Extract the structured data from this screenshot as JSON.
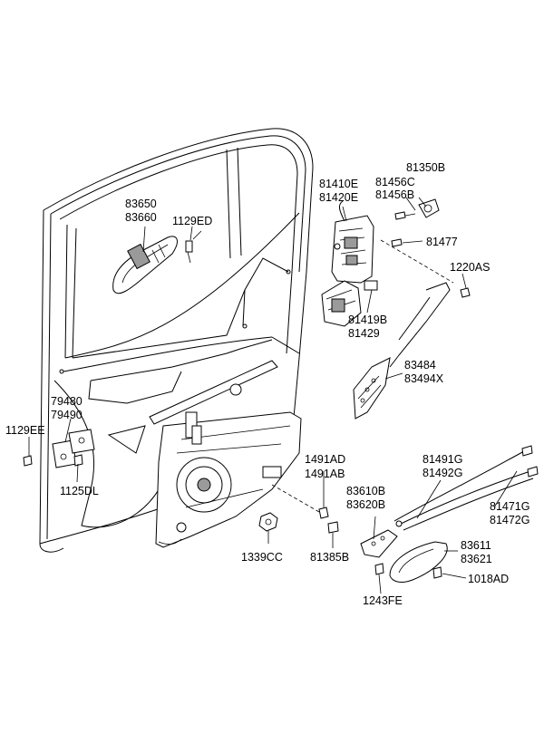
{
  "labels": {
    "p83650": "83650",
    "p83660": "83660",
    "p1129ED": "1129ED",
    "p81410E": "81410E",
    "p81420E": "81420E",
    "p81350B": "81350B",
    "p81456C": "81456C",
    "p81456B": "81456B",
    "p81477": "81477",
    "p1220AS": "1220AS",
    "p81419B": "81419B",
    "p81429": "81429",
    "p83484": "83484",
    "p83494X": "83494X",
    "p79480": "79480",
    "p79490": "79490",
    "p1129EE": "1129EE",
    "p1125DL": "1125DL",
    "p1491AD": "1491AD",
    "p1491AB": "1491AB",
    "p81491G": "81491G",
    "p81492G": "81492G",
    "p83610B": "83610B",
    "p83620B": "83620B",
    "p81471G": "81471G",
    "p81472G": "81472G",
    "p83611": "83611",
    "p83621": "83621",
    "p1018AD": "1018AD",
    "p1339CC": "1339CC",
    "p81385B": "81385B",
    "p1243FE": "1243FE"
  }
}
